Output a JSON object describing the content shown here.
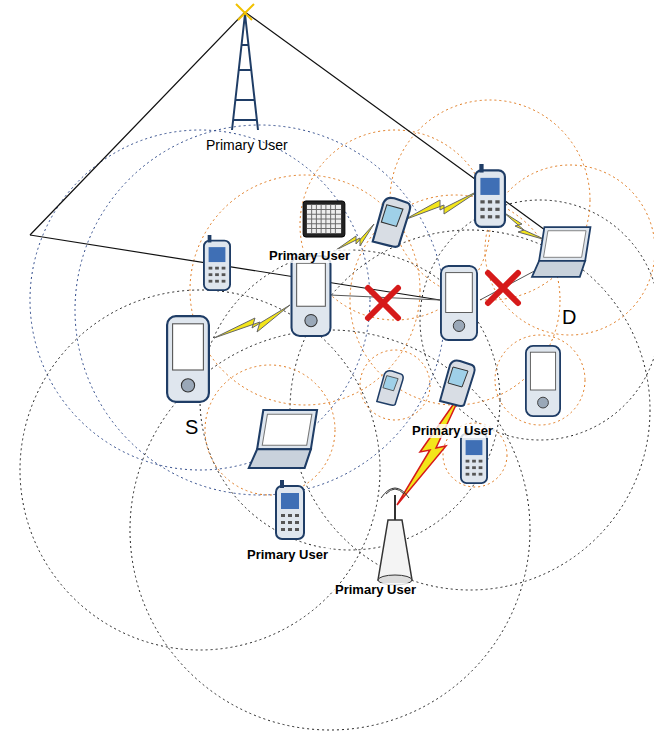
{
  "diagram": {
    "labels": [
      "Primary User",
      "Primary User",
      "S",
      "D",
      "Primary User",
      "Primary User",
      "Primary User"
    ]
  }
}
